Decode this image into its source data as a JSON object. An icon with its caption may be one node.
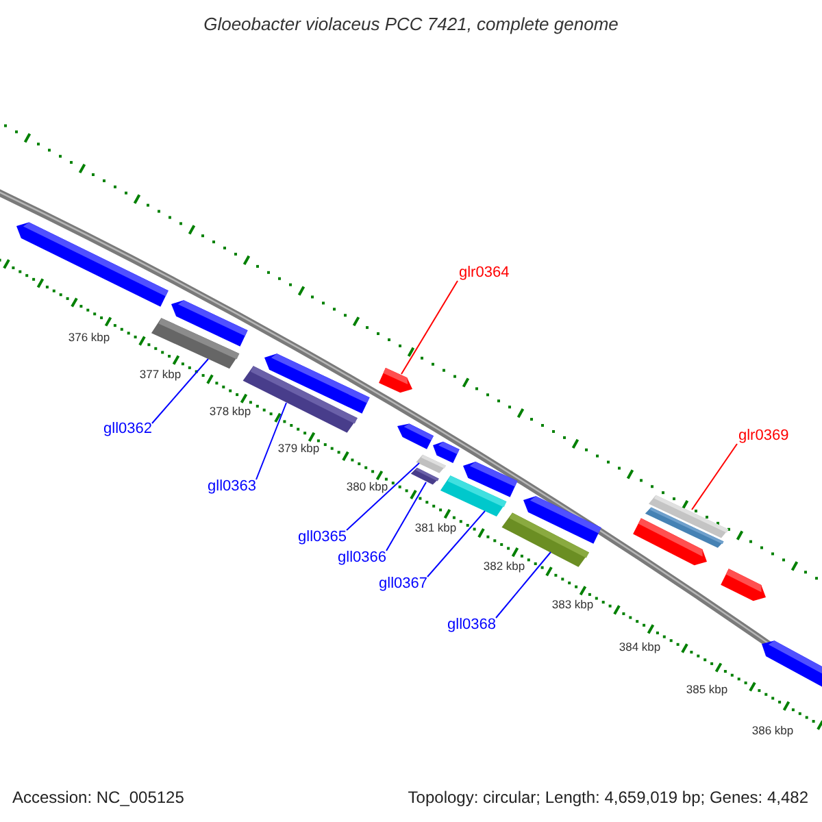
{
  "diagram": {
    "title": "Gloeobacter violaceus PCC 7421, complete genome",
    "nodes": [
      {
        "text": [
          "glr0364"
        ]
      },
      {
        "text": [
          "glr0369"
        ]
      },
      {
        "text": [
          "gll0362"
        ]
      },
      {
        "text": [
          "gll0363"
        ]
      },
      {
        "text": [
          "gll0365"
        ]
      },
      {
        "text": [
          "gll0366"
        ]
      },
      {
        "text": [
          "gll0367"
        ]
      },
      {
        "text": [
          "gll0368"
        ]
      },
      {
        "text": [],
        "shape": "bar"
      },
      {
        "text": [],
        "shape": "bar"
      },
      {
        "text": [],
        "shape": "bar"
      },
      {
        "text": [],
        "shape": "bar"
      },
      {
        "text": [],
        "shape": "bar"
      },
      {
        "text": [],
        "shape": "bar"
      },
      {
        "text": [],
        "shape": "bar"
      },
      {
        "text": [],
        "shape": "bar"
      },
      {
        "text": [],
        "shape": "bar"
      },
      {
        "text": [],
        "shape": "bar"
      },
      {
        "text": [],
        "shape": "bar"
      },
      {
        "text": [],
        "shape": "bar"
      },
      {
        "text": [],
        "shape": "bar"
      },
      {
        "text": [],
        "shape": "bar"
      },
      {
        "text": [],
        "shape": "bar"
      },
      {
        "text": [],
        "shape": "bar"
      },
      {
        "text": [],
        "shape": "bar"
      },
      {
        "text": [],
        "shape": "bar"
      },
      {
        "text": [],
        "shape": "bar"
      }
    ],
    "edges": [
      {
        "from": 0,
        "to": 13,
        "arrow": "none",
        "color": "#ff0000"
      },
      {
        "from": 1,
        "to": 22,
        "arrow": "none",
        "color": "#ff0000"
      },
      {
        "from": 2,
        "to": 10,
        "arrow": "none"
      },
      {
        "from": 3,
        "to": 12,
        "arrow": "none"
      },
      {
        "from": 4,
        "to": 16,
        "arrow": "none"
      },
      {
        "from": 5,
        "to": 17,
        "arrow": "none"
      },
      {
        "from": 6,
        "to": 19,
        "arrow": "none"
      },
      {
        "from": 7,
        "to": 21,
        "arrow": "none"
      }
    ],
    "labels": [
      "376 kbp",
      "377 kbp",
      "378 kbp",
      "379 kbp",
      "380 kbp",
      "381 kbp",
      "382 kbp",
      "383 kbp",
      "384 kbp",
      "385 kbp",
      "386 kbp",
      "Accession: NC_005125",
      "Topology: circular; Length: 4,659,019 bp; Genes: 4,482"
    ]
  }
}
